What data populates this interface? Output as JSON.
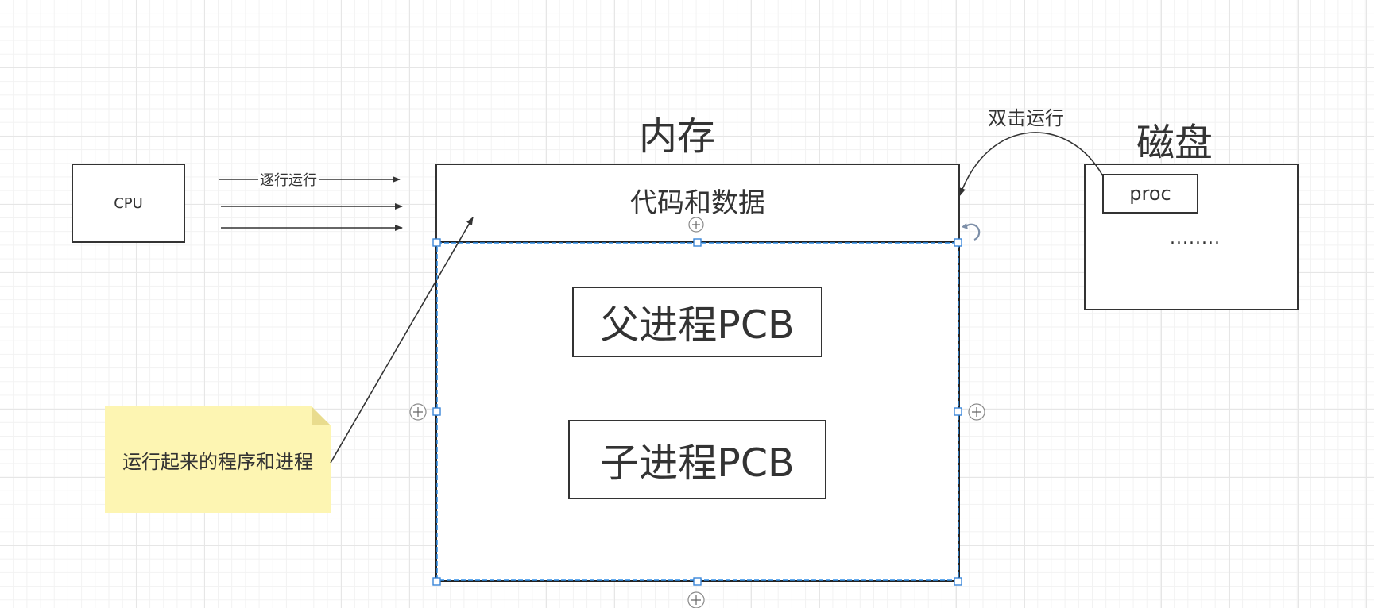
{
  "diagram": {
    "memory_title": "内存",
    "disk_title": "磁盘",
    "cpu_label": "CPU",
    "code_data_label": "代码和数据",
    "parent_pcb_label": "父进程PCB",
    "child_pcb_label": "子进程PCB",
    "proc_label": "proc",
    "disk_ellipsis": "........",
    "double_click_label": "双击运行",
    "run_sequence_label": "逐行运行",
    "note_label": "运行起来的程序和进程"
  },
  "colors": {
    "stroke": "#333333",
    "selection": "#2f8ee8",
    "note_fill": "#fdf5b2",
    "grid": "#e6e6e6",
    "handle_border": "#3a86d8",
    "rotate": "#7d8fa8"
  },
  "icons": {
    "connect_handle": "plus-circle-icon",
    "rotate_handle": "rotate-arrow-icon"
  }
}
